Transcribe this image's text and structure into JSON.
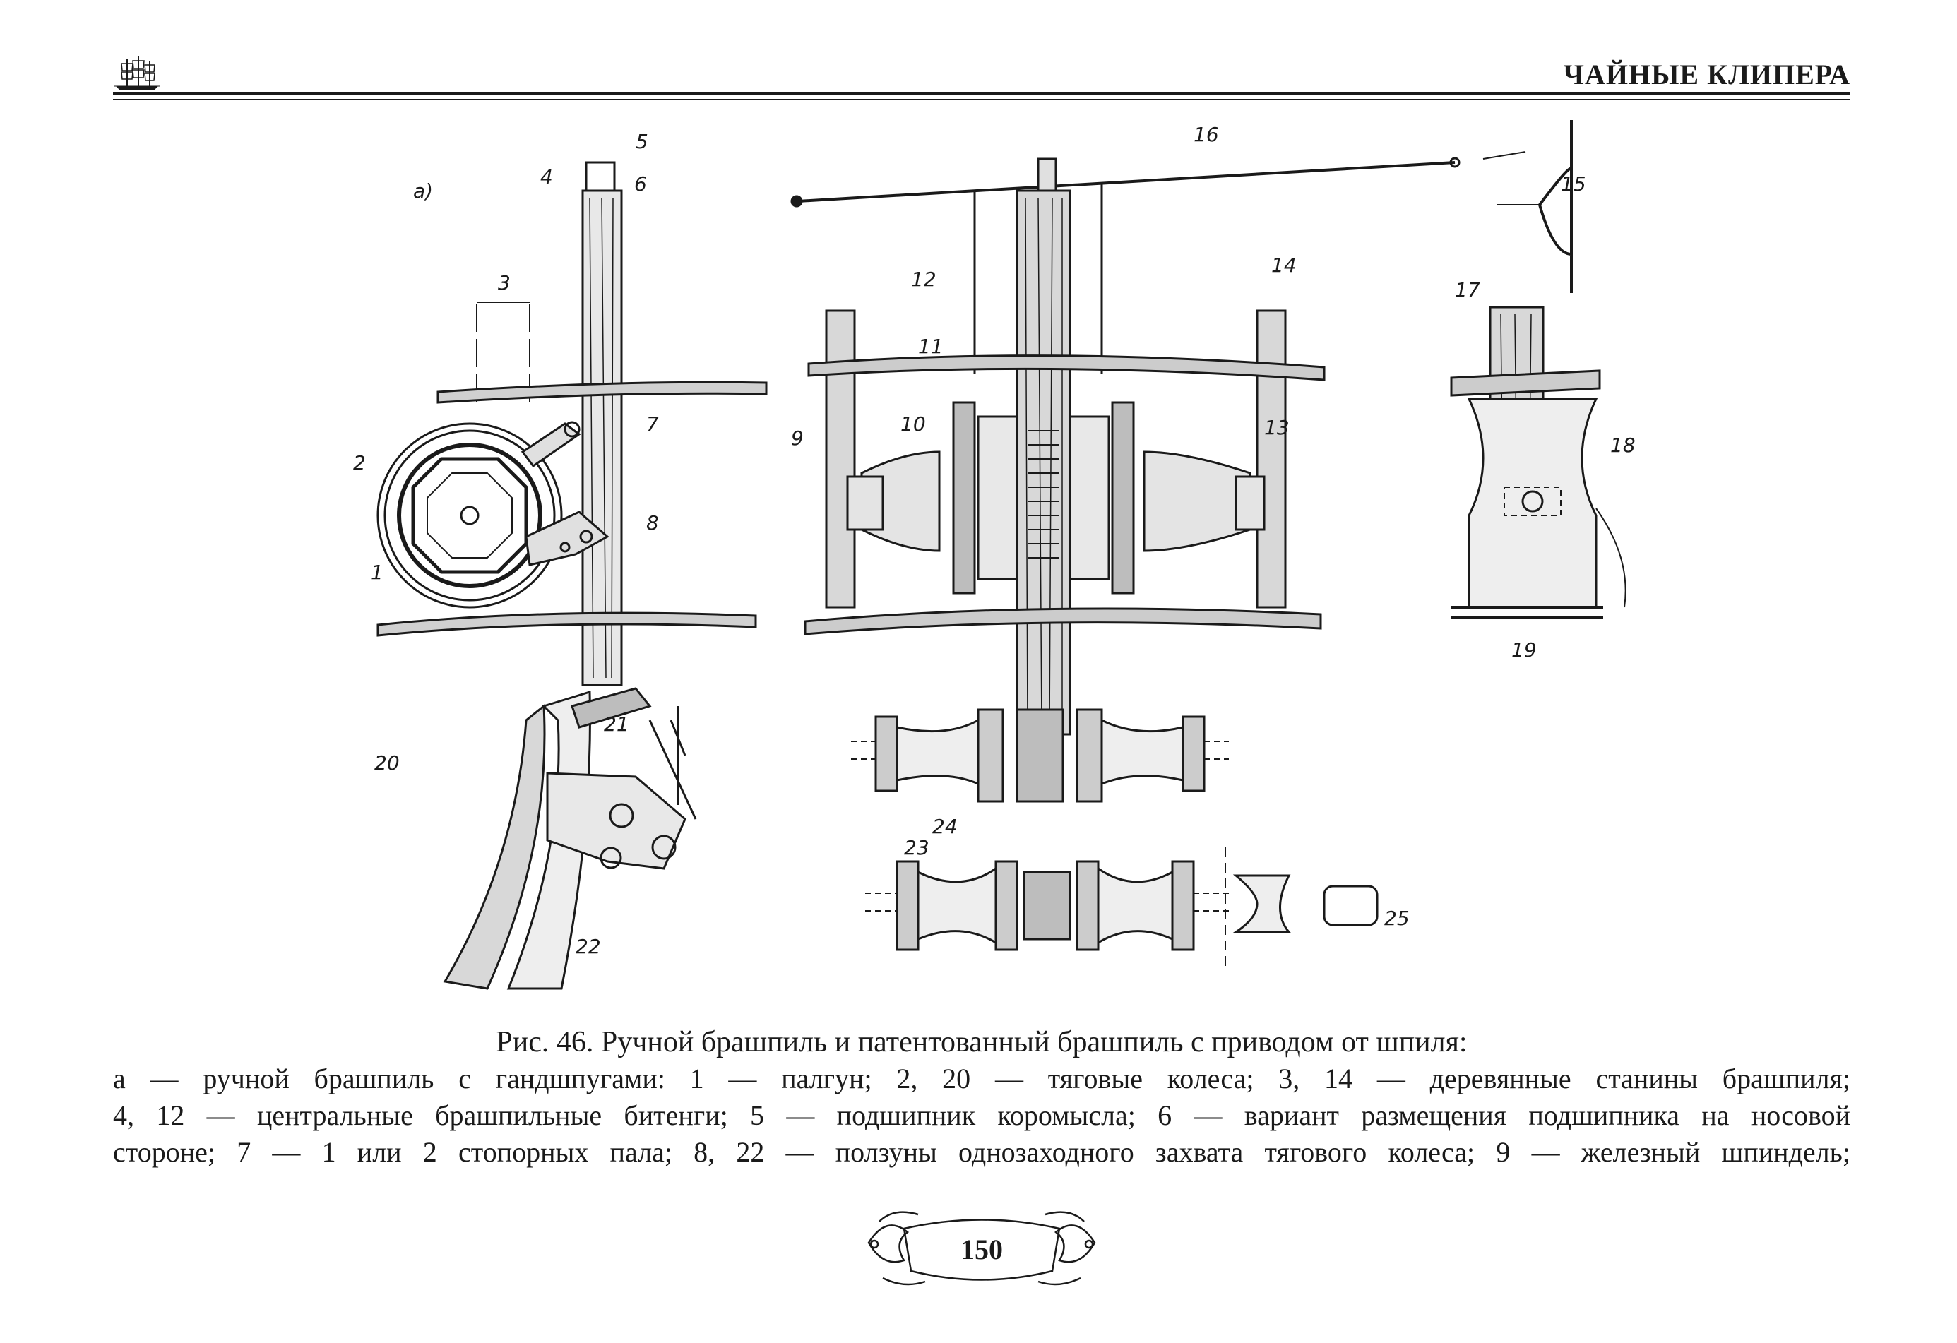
{
  "header": {
    "title": "ЧАЙНЫЕ КЛИПЕРА",
    "logo_icon": "sailing-ship-icon"
  },
  "figure": {
    "panel_label_a": "а)",
    "labels": [
      "1",
      "2",
      "3",
      "4",
      "5",
      "6",
      "7",
      "8",
      "9",
      "10",
      "11",
      "12",
      "13",
      "14",
      "15",
      "16",
      "17",
      "18",
      "19",
      "20",
      "21",
      "22",
      "23",
      "24",
      "25"
    ]
  },
  "caption": {
    "title": "Рис. 46. Ручной брашпиль и патентованный брашпиль с приводом от шпиля:",
    "lines": [
      "а — ручной брашпиль с гандшпугами: 1 — палгун; 2, 20 — тяговые колеса; 3, 14 — деревянные станины брашпиля;",
      "4, 12 — центральные брашпильные битенги; 5 — подшипник коромысла; 6 — вариант размещения подшипника на носовой",
      "стороне; 7 — 1 или 2 стопорных пала; 8, 22 — ползуны однозаходного захвата тягового колеса; 9 — железный шпиндель;"
    ]
  },
  "page": {
    "number": "150",
    "ornament_icon": "decorative-cartouche-icon"
  }
}
